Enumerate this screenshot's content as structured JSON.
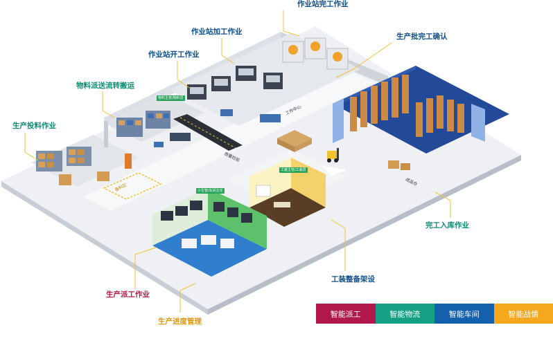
{
  "callouts": {
    "workstation_complete": "作业站完工作业",
    "workstation_processing": "作业站加工作业",
    "workstation_start": "作业站开工作业",
    "batch_complete_confirm": "生产批完工确认",
    "material_dispatch": "物料派送流转搬运",
    "production_feeding": "生产投料作业",
    "warehousing": "完工入库作业",
    "tooling_shelving": "工装整备架设",
    "production_dispatch": "生产派工作业",
    "progress_management": "生产进度管理"
  },
  "tags": {
    "material_manager": "物料主管/物料员",
    "workshop_director": "小生管/车间主任",
    "tooling_manager": "工装主管/工装员"
  },
  "floor_labels": {
    "work_center": "工作中心",
    "quality_inspection": "质量检验",
    "finished_warehouse": "成品仓",
    "buffer_zone": "备料区"
  },
  "legend": [
    {
      "label": "智能派工",
      "color": "#b0174a"
    },
    {
      "label": "智能物流",
      "color": "#16a083"
    },
    {
      "label": "智能车间",
      "color": "#1560ad"
    },
    {
      "label": "智能战情",
      "color": "#f5a81c"
    }
  ]
}
